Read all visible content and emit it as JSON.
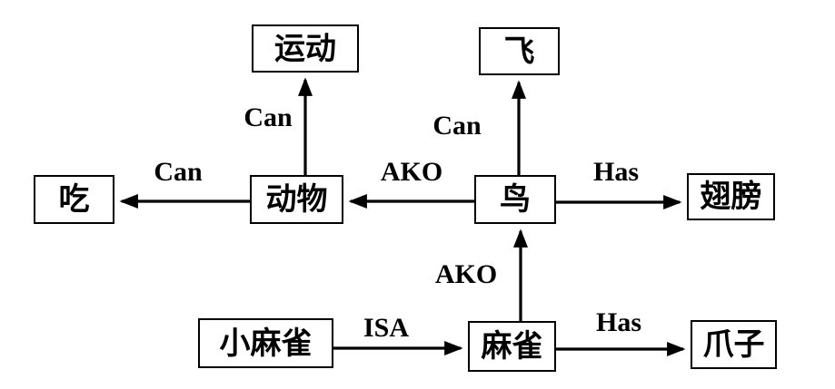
{
  "diagram": {
    "title": "semantic-network",
    "colors": {
      "background": "#ffffff",
      "line": "#000000",
      "box_border": "#000000",
      "text": "#000000"
    },
    "nodes": {
      "yundong": {
        "label": "运动"
      },
      "fei": {
        "label": "飞"
      },
      "chi": {
        "label": "吃"
      },
      "dongwu": {
        "label": "动物"
      },
      "niao": {
        "label": "鸟"
      },
      "chibang": {
        "label": "翅膀"
      },
      "xiaomaque": {
        "label": "小麻雀"
      },
      "maque": {
        "label": "麻雀"
      },
      "zhuazi": {
        "label": "爪子"
      }
    },
    "edge_labels": {
      "can_dongwu_yundong": "Can",
      "can_niao_fei": "Can",
      "can_dongwu_chi": "Can",
      "ako_niao_dongwu": "AKO",
      "has_niao_chibang": "Has",
      "ako_maque_niao": "AKO",
      "isa_xiaomaque_maque": "ISA",
      "has_maque_zhuazi": "Has"
    },
    "edges": [
      {
        "from": "dongwu",
        "to": "yundong",
        "relation": "Can"
      },
      {
        "from": "niao",
        "to": "fei",
        "relation": "Can"
      },
      {
        "from": "dongwu",
        "to": "chi",
        "relation": "Can"
      },
      {
        "from": "niao",
        "to": "dongwu",
        "relation": "AKO"
      },
      {
        "from": "niao",
        "to": "chibang",
        "relation": "Has"
      },
      {
        "from": "maque",
        "to": "niao",
        "relation": "AKO"
      },
      {
        "from": "xiaomaque",
        "to": "maque",
        "relation": "ISA"
      },
      {
        "from": "maque",
        "to": "zhuazi",
        "relation": "Has"
      }
    ]
  }
}
